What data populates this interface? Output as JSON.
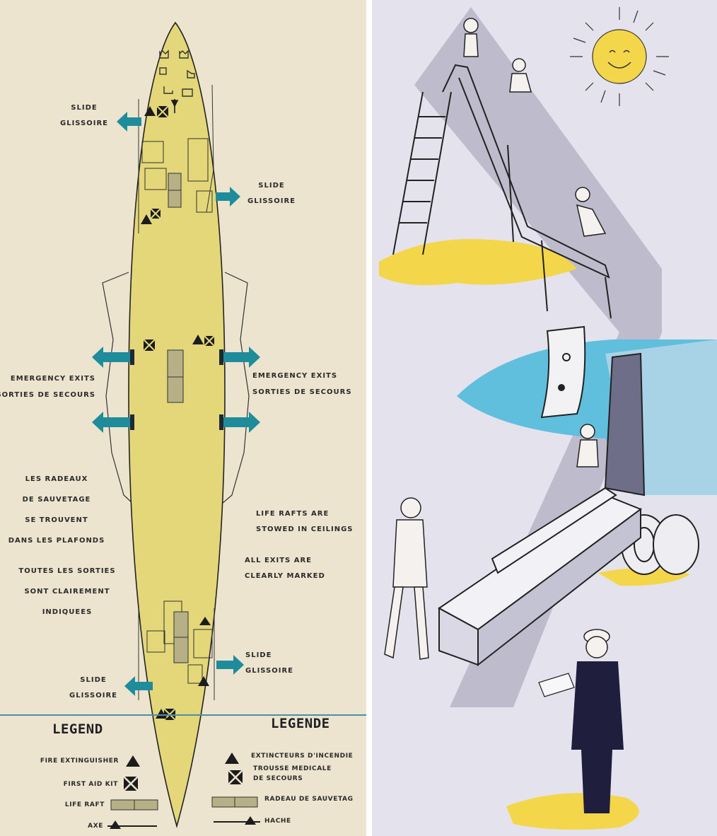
{
  "labels": {
    "slide_top_left": {
      "en": "SLIDE",
      "fr": "GLISSOIRE"
    },
    "slide_top_right": {
      "en": "SLIDE",
      "fr": "GLISSOIRE"
    },
    "emergency_left": {
      "en": "EMERGENCY EXITS",
      "fr": "SORTIES DE SECOURS"
    },
    "emergency_right": {
      "en": "EMERGENCY EXITS",
      "fr": "SORTIES DE SECOURS"
    },
    "rafts_fr": [
      "LES RADEAUX",
      "DE SAUVETAGE",
      "SE TROUVENT",
      "DANS LES PLAFONDS"
    ],
    "exits_fr": [
      "TOUTES LES SORTIES",
      "SONT CLAIREMENT",
      "INDIQUEES"
    ],
    "rafts_en": [
      "LIFE RAFTS ARE",
      "STOWED IN CEILINGS"
    ],
    "exits_en": [
      "ALL EXITS ARE",
      "CLEARLY MARKED"
    ],
    "slide_bottom_right": {
      "en": "SLIDE",
      "fr": "GLISSOIRE"
    },
    "slide_bottom_left": {
      "en": "SLIDE",
      "fr": "GLISSOIRE"
    }
  },
  "legend": {
    "title_en": "LEGEND",
    "title_fr": "LEGENDE",
    "en": {
      "fire_extinguisher": "FIRE EXTINGUISHER",
      "first_aid_kit": "FIRST AID KIT",
      "life_raft": "LIFE RAFT",
      "axe": "AXE"
    },
    "fr": {
      "fire_extinguisher": "EXTINCTEURS D'INCENDIE",
      "first_aid_kit_1": "TROUSSE MEDICALE",
      "first_aid_kit_2": "DE SECOURS",
      "life_raft": "RADEAU DE SAUVETAG",
      "axe": "HACHE"
    }
  },
  "colors": {
    "cabin": "#e3d77a",
    "background_left": "#ece4cf",
    "arrow": "#1e8c9a",
    "background_right": "#e4e2ec",
    "illustration_grey": "#b8b7c9",
    "sky_blue": "#5fbfdc",
    "sun_yellow": "#f4d64a"
  },
  "icons": [
    "fire-extinguisher-icon",
    "first-aid-kit-icon",
    "life-raft-icon",
    "axe-icon",
    "exit-arrow-icon",
    "smiling-sun-icon"
  ]
}
